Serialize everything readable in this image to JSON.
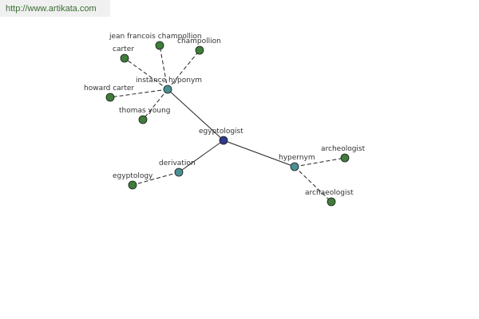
{
  "watermark": {
    "text": "http://www.artikata.com"
  },
  "graph": {
    "colors": {
      "root": "#2e3a8c",
      "relation": "#4a8f94",
      "leaf": "#3f7d3a",
      "edge": "#222222",
      "label": "#333333"
    },
    "nodes": [
      {
        "id": "egyptologist",
        "label": "egyptologist",
        "kind": "root"
      },
      {
        "id": "instance_hyponym",
        "label": "instance hyponym",
        "kind": "relation"
      },
      {
        "id": "derivation",
        "label": "derivation",
        "kind": "relation"
      },
      {
        "id": "hypernym",
        "label": "hypernym",
        "kind": "relation"
      },
      {
        "id": "jean_francois",
        "label": "jean francois champollion",
        "kind": "leaf"
      },
      {
        "id": "champollion",
        "label": "champollion",
        "kind": "leaf"
      },
      {
        "id": "carter",
        "label": "carter",
        "kind": "leaf"
      },
      {
        "id": "howard_carter",
        "label": "howard carter",
        "kind": "leaf"
      },
      {
        "id": "thomas_young",
        "label": "thomas young",
        "kind": "leaf"
      },
      {
        "id": "egyptology",
        "label": "egyptology",
        "kind": "leaf"
      },
      {
        "id": "archeologist",
        "label": "archeologist",
        "kind": "leaf"
      },
      {
        "id": "archaeologist",
        "label": "archaeologist",
        "kind": "leaf"
      }
    ],
    "edges": [
      {
        "from": "egyptologist",
        "to": "instance_hyponym",
        "style": "solid"
      },
      {
        "from": "egyptologist",
        "to": "derivation",
        "style": "solid"
      },
      {
        "from": "egyptologist",
        "to": "hypernym",
        "style": "solid"
      },
      {
        "from": "instance_hyponym",
        "to": "jean_francois",
        "style": "dashed"
      },
      {
        "from": "instance_hyponym",
        "to": "champollion",
        "style": "dashed"
      },
      {
        "from": "instance_hyponym",
        "to": "carter",
        "style": "dashed"
      },
      {
        "from": "instance_hyponym",
        "to": "howard_carter",
        "style": "dashed"
      },
      {
        "from": "instance_hyponym",
        "to": "thomas_young",
        "style": "dashed"
      },
      {
        "from": "derivation",
        "to": "egyptology",
        "style": "dashed"
      },
      {
        "from": "hypernym",
        "to": "archeologist",
        "style": "dashed"
      },
      {
        "from": "hypernym",
        "to": "archaeologist",
        "style": "dashed"
      }
    ]
  }
}
